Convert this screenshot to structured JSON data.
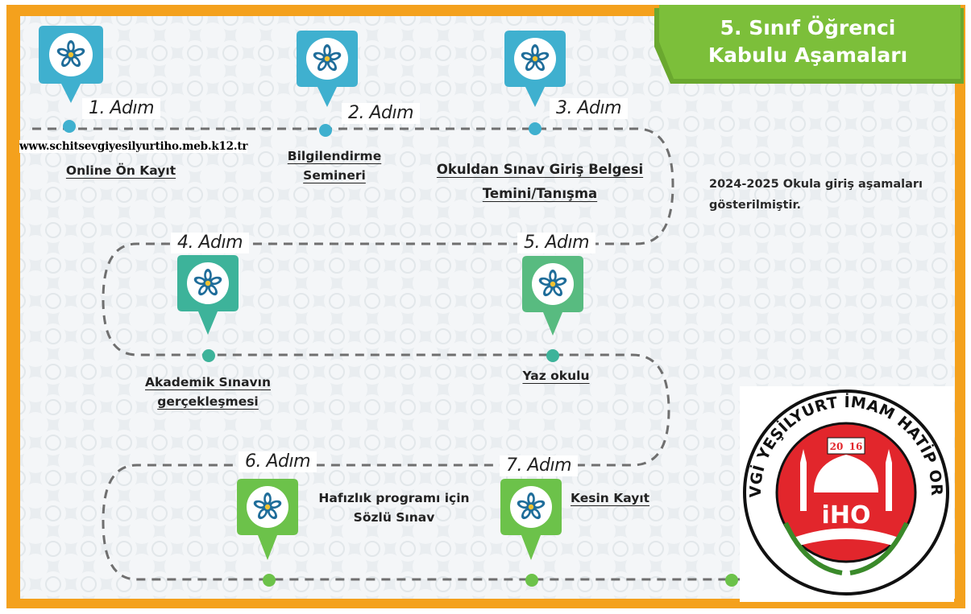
{
  "banner": {
    "title_line1": "5. Sınıf Öğrenci",
    "title_line2": "Kabulu Aşamaları"
  },
  "website_url": "www.schitsevgiyesilyurtiho.meb.k12.tr",
  "info": {
    "line1": "2024-2025 Okula giriş aşamaları",
    "line2": "gösterilmiştir."
  },
  "steps": [
    {
      "step": "1. Adım",
      "line1": "Online Ön Kayıt",
      "line2": ""
    },
    {
      "step": "2. Adım",
      "line1": "Bilgilendirme",
      "line2": "Semineri"
    },
    {
      "step": "3. Adım",
      "line1": "Okuldan Sınav Giriş Belgesi",
      "line2": "Temini/Tanışma"
    },
    {
      "step": "4. Adım",
      "line1": "Akademik Sınavın",
      "line2": "gerçekleşmesi"
    },
    {
      "step": "5. Adım",
      "line1": "Yaz okulu",
      "line2": ""
    },
    {
      "step": "6. Adım",
      "line1": "Hafızlık programı için",
      "line2": "Sözlü Sınav"
    },
    {
      "step": "7. Adım",
      "line1": "Kesin Kayıt",
      "line2": ""
    }
  ],
  "logo": {
    "ring_text": "ŞEHİT SEVGİ YEŞİLYURT İMAM HATİP ORTAOKULU",
    "year_left": "20",
    "year_right": "16",
    "center_text": "iHO"
  },
  "colors": {
    "frame": "#f4a11d",
    "banner": "#7cbf3a",
    "pin_blue": "#3fb0cf",
    "pin_teal": "#3db39a",
    "pin_green": "#6cc24a",
    "logo_red": "#e2262c"
  }
}
